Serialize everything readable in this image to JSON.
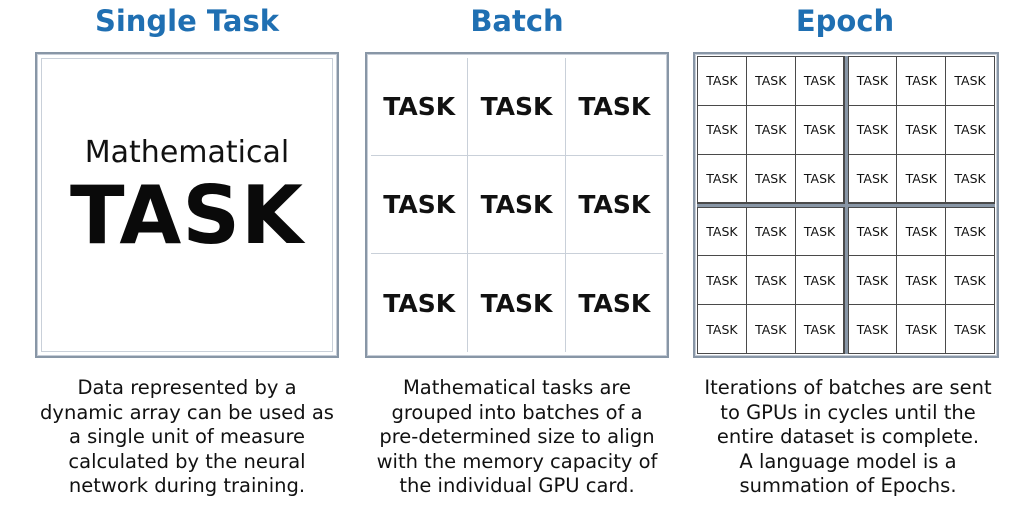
{
  "colors": {
    "title": "#1f6fb2",
    "frame_border": "#8896a6"
  },
  "single": {
    "title": "Single Task",
    "word": "Mathematical",
    "task": "TASK",
    "caption": [
      "Data represented by a",
      "dynamic array can be used as",
      "a single unit of measure",
      "calculated by the neural",
      "network during training."
    ]
  },
  "batch": {
    "title": "Batch",
    "cell_label": "TASK",
    "rows": 3,
    "cols": 3,
    "caption": [
      "Mathematical tasks are",
      "grouped into batches of a",
      "pre-determined size to align",
      "with the memory capacity of",
      "the individual GPU card."
    ]
  },
  "epoch": {
    "title": "Epoch",
    "cell_label": "TASK",
    "batches": 4,
    "cells_per_batch": 9,
    "caption": [
      "Iterations of batches are sent",
      "to GPUs in cycles until the",
      "entire dataset is complete.",
      "A language model is a",
      "summation of Epochs."
    ]
  }
}
